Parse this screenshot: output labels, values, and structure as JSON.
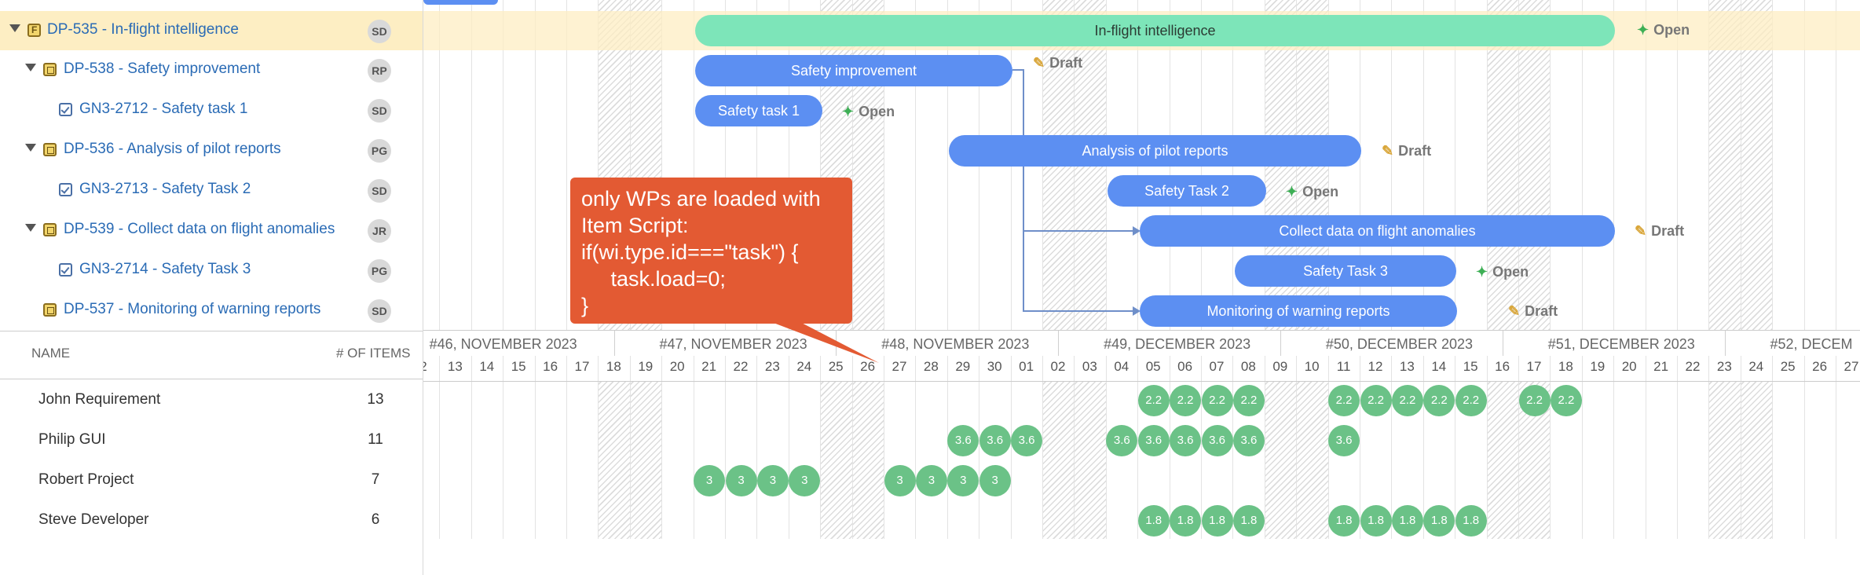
{
  "tree": [
    {
      "label": "DP-535 - In-flight intelligence",
      "avatar": "SD"
    },
    {
      "label": "DP-538 - Safety improvement",
      "avatar": "RP"
    },
    {
      "label": "GN3-2712 - Safety task 1",
      "avatar": "SD"
    },
    {
      "label": "DP-536 - Analysis of pilot reports",
      "avatar": "PG"
    },
    {
      "label": "GN3-2713 - Safety Task 2",
      "avatar": "SD"
    },
    {
      "label": "DP-539 - Collect data on flight anomalies",
      "avatar": "JR"
    },
    {
      "label": "GN3-2714 - Safety Task 3",
      "avatar": "PG"
    },
    {
      "label": "DP-537 - Monitoring of warning reports",
      "avatar": "SD"
    }
  ],
  "resource_headers": {
    "name": "NAME",
    "items": "# OF ITEMS"
  },
  "resources": [
    {
      "name": "John Requirement",
      "count": "13"
    },
    {
      "name": "Philip GUI",
      "count": "11"
    },
    {
      "name": "Robert Project",
      "count": "7"
    },
    {
      "name": "Steve Developer",
      "count": "6"
    }
  ],
  "bars": [
    {
      "label": "In-flight intelligence",
      "status": "Open"
    },
    {
      "label": "Safety improvement",
      "status": "Draft"
    },
    {
      "label": "Safety task 1",
      "status": "Open"
    },
    {
      "label": "Analysis of pilot reports",
      "status": "Draft"
    },
    {
      "label": "Safety Task 2",
      "status": "Open"
    },
    {
      "label": "Collect data on flight anomalies",
      "status": "Draft"
    },
    {
      "label": "Safety Task 3",
      "status": "Open"
    },
    {
      "label": "Monitoring of warning reports",
      "status": "Draft"
    }
  ],
  "timeline": {
    "weeks": [
      "#46, NOVEMBER 2023",
      "#47, NOVEMBER 2023",
      "#48, NOVEMBER 2023",
      "#49, DECEMBER 2023",
      "#50, DECEMBER 2023",
      "#51, DECEMBER 2023",
      "#52, DECEM"
    ],
    "days": [
      "2",
      "13",
      "14",
      "15",
      "16",
      "17",
      "18",
      "19",
      "20",
      "21",
      "22",
      "23",
      "24",
      "25",
      "26",
      "27",
      "28",
      "29",
      "30",
      "01",
      "02",
      "03",
      "04",
      "05",
      "06",
      "07",
      "08",
      "09",
      "10",
      "11",
      "12",
      "13",
      "14",
      "15",
      "16",
      "17",
      "18",
      "19",
      "20",
      "21",
      "22",
      "23",
      "24",
      "25",
      "26",
      "27"
    ]
  },
  "loads": [
    {
      "value": "2.2",
      "days": [
        23,
        24,
        25,
        26,
        29,
        30,
        31,
        32,
        33,
        35,
        36
      ]
    },
    {
      "value": "3.6",
      "days": [
        17,
        18,
        19,
        22,
        23,
        24,
        25,
        26,
        29
      ]
    },
    {
      "value": "3",
      "days": [
        9,
        10,
        11,
        12,
        15,
        16,
        17,
        18
      ]
    },
    {
      "value": "1.8",
      "days": [
        23,
        24,
        25,
        26,
        29,
        30,
        31,
        32,
        33
      ]
    }
  ],
  "callout": {
    "lines": [
      "only WPs are loaded with",
      "Item Script:",
      "if(wi.type.id===\"task\") {",
      "     task.load=0;",
      "}"
    ]
  },
  "colors": {
    "feature_bar": "#7de5b9",
    "wp_bar": "#5c8ff2",
    "load": "#6bc287",
    "callout": "#e35a33",
    "selected_row": "#fdeec3"
  }
}
